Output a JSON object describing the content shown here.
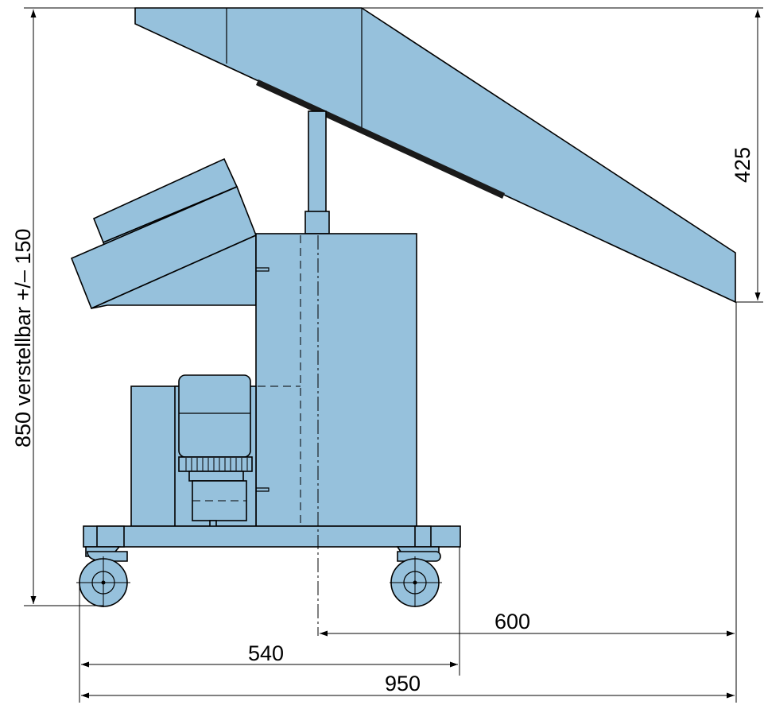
{
  "dimensions": {
    "height_total": "850 verstellbar +/– 150",
    "height_feed": "425",
    "depth_front": "600",
    "frame_length": "540",
    "overall_length": "950"
  },
  "colors": {
    "machine": "#96c1dc",
    "lines": "#000000"
  }
}
